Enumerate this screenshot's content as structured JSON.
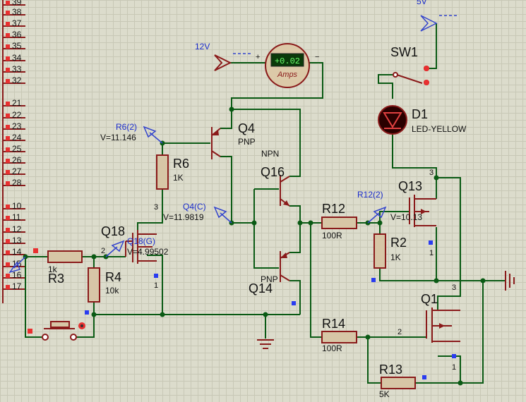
{
  "connector": {
    "pins": [
      "39",
      "38",
      "37",
      "36",
      "35",
      "34",
      "33",
      "32",
      "21",
      "22",
      "23",
      "24",
      "25",
      "26",
      "27",
      "28",
      "10",
      "11",
      "12",
      "13",
      "14",
      "15",
      "16",
      "17"
    ]
  },
  "supplies": {
    "v12": "12V",
    "v5": "5V"
  },
  "ammeter": {
    "reading": "+0.02",
    "unit": "Amps",
    "plus": "+",
    "minus": "−"
  },
  "components": {
    "sw1": "SW1",
    "d1": {
      "name": "D1",
      "type": "LED-YELLOW"
    },
    "q4": {
      "name": "Q4",
      "type": "PNP"
    },
    "q16": {
      "name": "Q16",
      "type": "NPN"
    },
    "q14": {
      "name": "Q14",
      "type": "PNP"
    },
    "q13": {
      "name": "Q13"
    },
    "q18": {
      "name": "Q18"
    },
    "q1": {
      "name": "Q1"
    },
    "r6": {
      "name": "R6",
      "value": "1K"
    },
    "r12": {
      "name": "R12",
      "value": "100R"
    },
    "r2": {
      "name": "R2",
      "value": "1K"
    },
    "r3": {
      "name": "R3",
      "value": "1k"
    },
    "r4": {
      "name": "R4",
      "value": "10k"
    },
    "r14": {
      "name": "R14",
      "value": "100R"
    },
    "r13": {
      "name": "R13",
      "value": "5K"
    }
  },
  "probes": {
    "r6": {
      "name": "R6(2)",
      "value": "V=11.146"
    },
    "q4c": {
      "name": "Q4(C)",
      "value": "V=11.9819"
    },
    "r12": {
      "name": "R12(2)",
      "value": "V=10.13"
    },
    "q18g": {
      "name": "Q18(G)",
      "value": "V=4.99502"
    }
  },
  "pin_numbers": {
    "q13_top": "3",
    "q13_bottom": "1",
    "q18_left": "2",
    "q18_bottom": "1",
    "q4_base_pin": "3",
    "q1_top": "3",
    "q1_left": "2",
    "q1_bottom": "1"
  }
}
